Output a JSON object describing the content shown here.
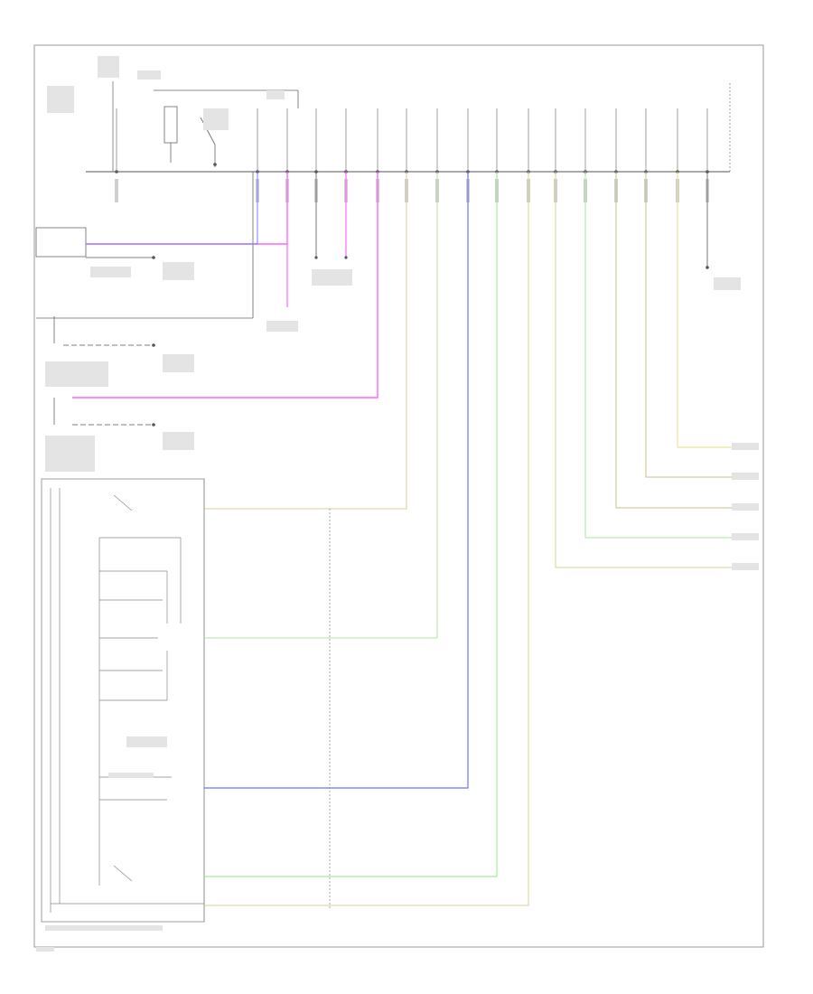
{
  "diagram": {
    "title": "",
    "footer_left": "",
    "bottom_caption": ""
  },
  "colors": {
    "border": "#9a9a9a",
    "wire_black": "#555555",
    "wire_pink": "#ff66ff",
    "wire_magenta": "#e040e0",
    "wire_blue": "#7070ff",
    "wire_purple": "#b070ff",
    "wire_green": "#7fdc6f",
    "wire_yellow": "#e6e27a",
    "wire_tan": "#c8c08a",
    "wire_lightgreen": "#a6e89a",
    "wire_gray": "#a0a0a0"
  },
  "top_connector_labels": [
    "",
    "",
    "",
    "",
    "",
    "",
    "",
    "",
    "",
    "",
    "",
    "",
    "",
    "",
    "",
    "",
    ""
  ],
  "left_components": [
    {
      "name": "",
      "role": "module"
    },
    {
      "name": "",
      "role": "connector"
    },
    {
      "name": "",
      "role": "sensor"
    },
    {
      "name": "",
      "role": "switch"
    }
  ],
  "right_endpoints": [
    "",
    "",
    "",
    "",
    ""
  ]
}
